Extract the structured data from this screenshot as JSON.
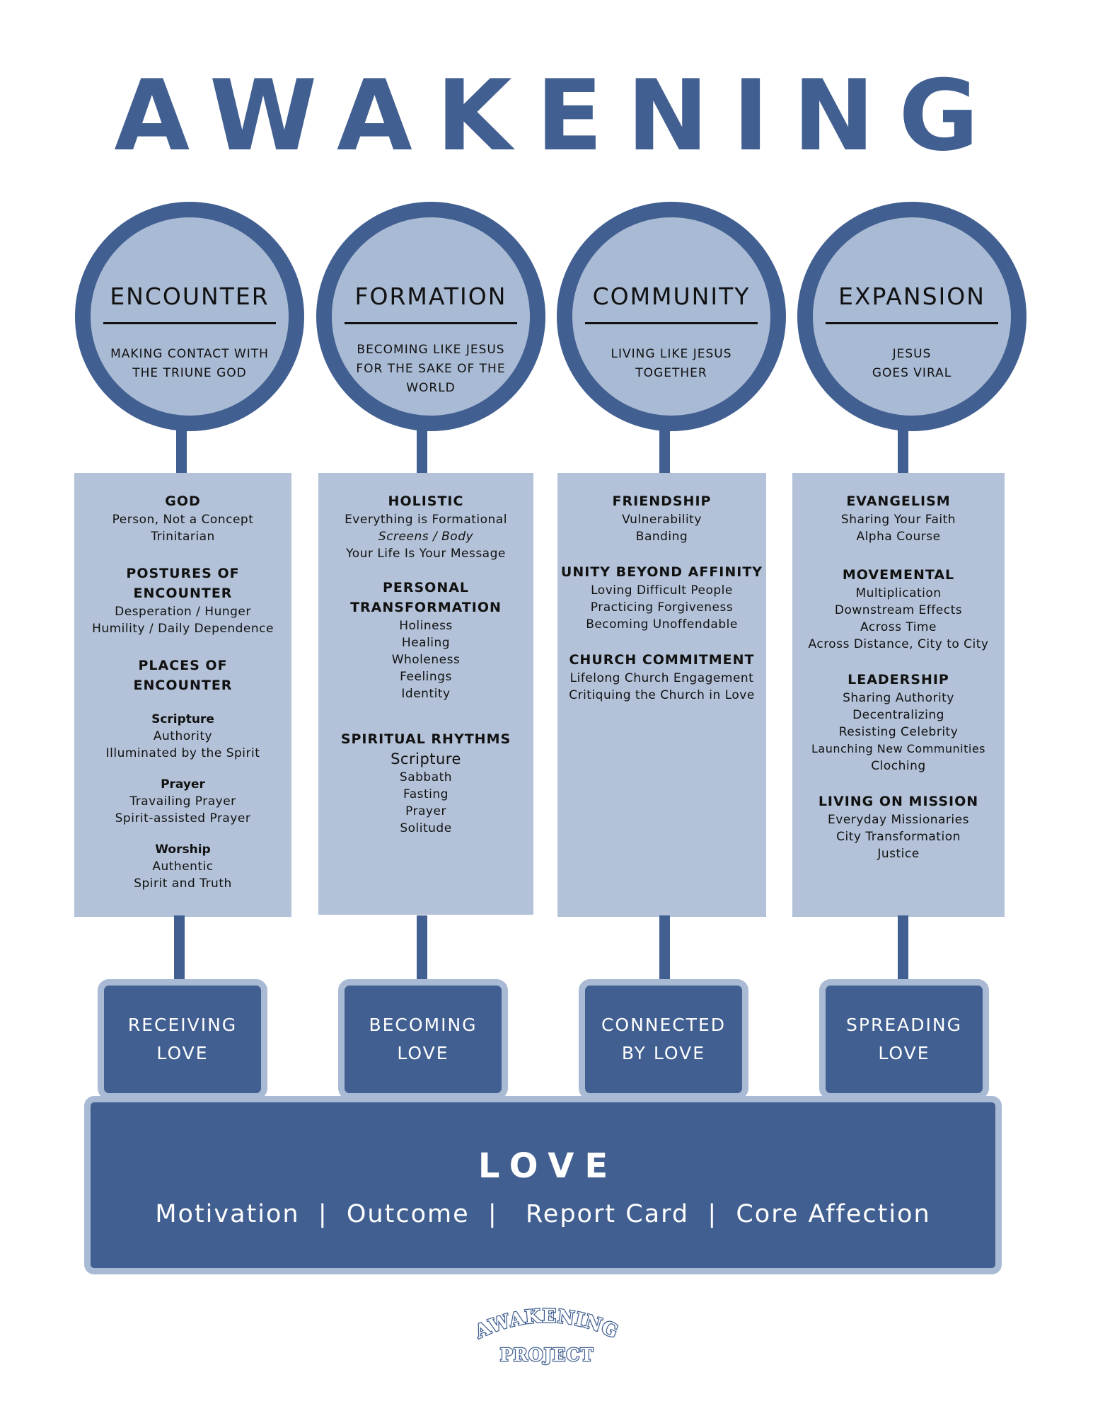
{
  "title": "AWAKENING",
  "colors": {
    "primary": "#415f91",
    "light": "#a9bad4",
    "panel": "#b3c2d8"
  },
  "columns": [
    {
      "circle_title": "ENCOUNTER",
      "subtitle_lines": [
        "MAKING CONTACT WITH",
        "THE TRIUNE GOD"
      ],
      "sections": [
        {
          "heading": [
            "GOD"
          ],
          "items": [
            "Person, Not a Concept",
            "Trinitarian"
          ]
        },
        {
          "heading": [
            "POSTURES OF",
            "ENCOUNTER"
          ],
          "items": [
            "Desperation / Hunger",
            "Humility / Daily Dependence"
          ]
        },
        {
          "heading": [
            "PLACES OF",
            "ENCOUNTER"
          ],
          "items": []
        },
        {
          "subheading": "Scripture",
          "items": [
            "Authority",
            "Illuminated by the Spirit"
          ]
        },
        {
          "subheading": "Prayer",
          "items": [
            "Travailing Prayer",
            "Spirit-assisted Prayer"
          ]
        },
        {
          "subheading": "Worship",
          "items": [
            "Authentic",
            "Spirit and Truth"
          ]
        }
      ],
      "tab_lines": [
        "RECEIVING",
        "LOVE"
      ]
    },
    {
      "circle_title": "FORMATION",
      "subtitle_lines": [
        "BECOMING LIKE JESUS",
        "FOR THE SAKE OF THE",
        "WORLD"
      ],
      "sections": [
        {
          "heading": [
            "HOLISTIC"
          ],
          "items": [
            "Everything is Formational",
            "Screens / Body",
            "Your Life Is Your Message"
          ],
          "italic_index": 1
        },
        {
          "heading": [
            "PERSONAL",
            "TRANSFORMATION"
          ],
          "items": [
            "Holiness",
            "Healing",
            "Wholeness",
            "Feelings",
            "Identity"
          ]
        },
        {
          "heading": [
            "SPIRITUAL RHYTHMS"
          ],
          "items": [
            "Scripture",
            "Sabbath",
            "Fasting",
            "Prayer",
            "Solitude"
          ],
          "big_index": 0
        }
      ],
      "tab_lines": [
        "BECOMING",
        "LOVE"
      ]
    },
    {
      "circle_title": "COMMUNITY",
      "subtitle_lines": [
        "LIVING LIKE JESUS",
        "TOGETHER"
      ],
      "sections": [
        {
          "heading": [
            "FRIENDSHIP"
          ],
          "items": [
            "Vulnerability",
            "Banding"
          ]
        },
        {
          "heading": [
            "UNITY BEYOND AFFINITY"
          ],
          "items": [
            "Loving Difficult People",
            "Practicing Forgiveness",
            "Becoming Unoffendable"
          ]
        },
        {
          "heading": [
            "CHURCH COMMITMENT"
          ],
          "items": [
            "Lifelong Church Engagement",
            "Critiquing the Church in Love"
          ]
        }
      ],
      "tab_lines": [
        "CONNECTED",
        "BY LOVE"
      ]
    },
    {
      "circle_title": "EXPANSION",
      "subtitle_lines": [
        "JESUS",
        "GOES VIRAL"
      ],
      "sections": [
        {
          "heading": [
            "EVANGELISM"
          ],
          "items": [
            "Sharing Your Faith",
            "Alpha Course"
          ]
        },
        {
          "heading": [
            "MOVEMENTAL"
          ],
          "items": [
            "Multiplication",
            "Downstream Effects",
            "Across Time",
            "Across Distance, City to City"
          ]
        },
        {
          "heading": [
            "LEADERSHIP"
          ],
          "items": [
            "Sharing Authority",
            "Decentralizing",
            "Resisting Celebrity",
            "Launching New Communities",
            "Cloching"
          ]
        },
        {
          "heading": [
            "LIVING ON MISSION"
          ],
          "items": [
            "Everyday Missionaries",
            "City Transformation",
            "Justice"
          ]
        }
      ],
      "tab_lines": [
        "SPREADING",
        "LOVE"
      ]
    }
  ],
  "base": {
    "title": "LOVE",
    "subtitle": "Motivation  |  Outcome  |   Report Card  |  Core Affection"
  },
  "logo": {
    "line1": "AWAKENING",
    "line2": "PROJECT"
  }
}
